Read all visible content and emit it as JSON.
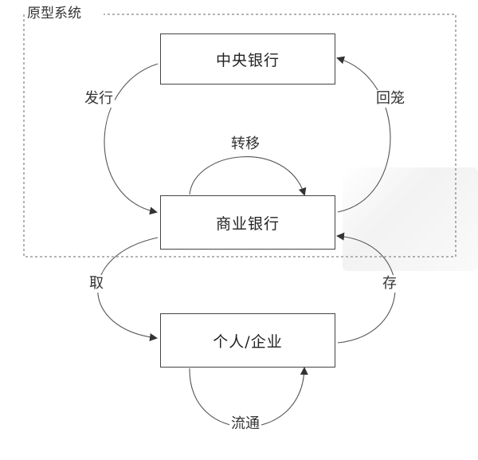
{
  "frame": {
    "label": "原型系统"
  },
  "nodes": {
    "central_bank": "中央银行",
    "commercial_bank": "商业银行",
    "individual_enterprise": "个人/企业"
  },
  "edges": {
    "issue": "发行",
    "withdraw": "回笼",
    "transfer": "转移",
    "take": "取",
    "deposit": "存",
    "circulate": "流通"
  },
  "colors": {
    "line": "#555555",
    "frame": "#888888",
    "box_border": "#444444"
  }
}
